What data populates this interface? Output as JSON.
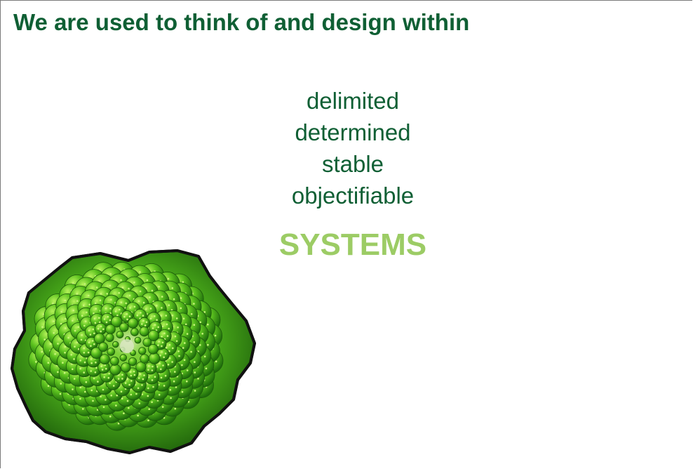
{
  "slide": {
    "title": "We are used to think of and design within",
    "words": [
      "delimited",
      "determined",
      "stable",
      "objectifiable"
    ],
    "emphasis": "SYSTEMS"
  },
  "colors": {
    "title": "#0f5f34",
    "words": "#0f5f34",
    "emphasis": "#9ccc65",
    "romanesco_light": "#8fe03c",
    "romanesco_mid": "#52b51e",
    "romanesco_dark": "#1f6e0c",
    "outline": "#111111"
  },
  "image": {
    "icon": "romanesco-broccoli-icon"
  }
}
